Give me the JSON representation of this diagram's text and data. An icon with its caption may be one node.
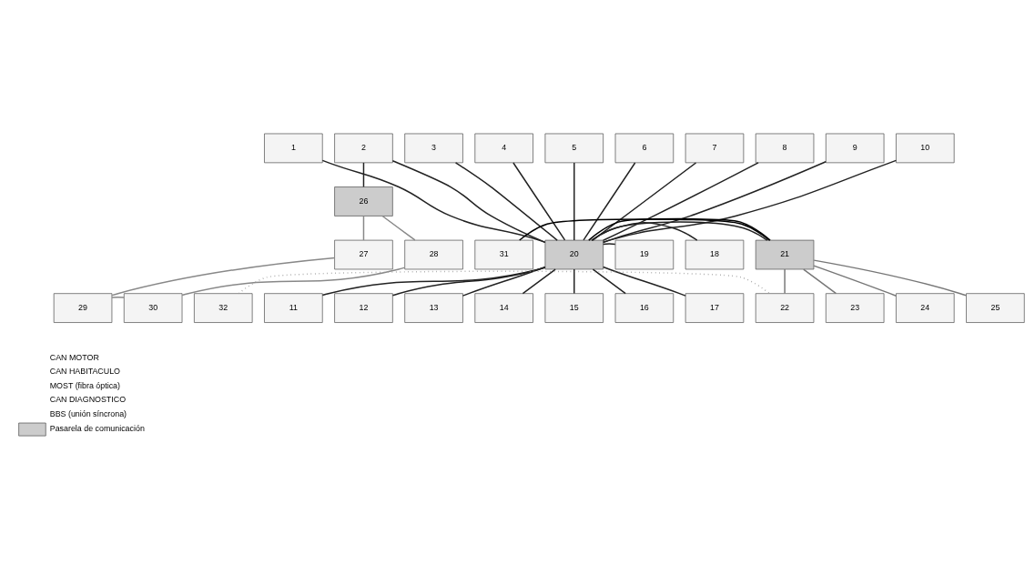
{
  "diagram": {
    "nodes": [
      {
        "text": [
          "1"
        ]
      },
      {
        "text": [
          "2"
        ]
      },
      {
        "text": [
          "3"
        ]
      },
      {
        "text": [
          "4"
        ]
      },
      {
        "text": [
          "5"
        ]
      },
      {
        "text": [
          "6"
        ]
      },
      {
        "text": [
          "7"
        ]
      },
      {
        "text": [
          "8"
        ]
      },
      {
        "text": [
          "9"
        ]
      },
      {
        "text": [
          "10"
        ]
      },
      {
        "text": [
          "11"
        ]
      },
      {
        "text": [
          "12"
        ]
      },
      {
        "text": [
          "13"
        ]
      },
      {
        "text": [
          "14"
        ]
      },
      {
        "text": [
          "15"
        ]
      },
      {
        "text": [
          "16"
        ]
      },
      {
        "text": [
          "17"
        ]
      },
      {
        "text": [
          "18"
        ]
      },
      {
        "text": [
          "19"
        ]
      },
      {
        "text": [
          "20"
        ]
      },
      {
        "text": [
          "21"
        ]
      },
      {
        "text": [
          "22"
        ]
      },
      {
        "text": [
          "23"
        ]
      },
      {
        "text": [
          "24"
        ]
      },
      {
        "text": [
          "25"
        ]
      },
      {
        "text": [
          "26"
        ]
      },
      {
        "text": [
          "27"
        ]
      },
      {
        "text": [
          "28"
        ]
      },
      {
        "text": [
          "29"
        ]
      },
      {
        "text": [
          "30"
        ]
      },
      {
        "text": [
          "31"
        ]
      },
      {
        "text": [
          "32"
        ]
      }
    ],
    "edges": [
      {
        "from": 19,
        "to": 0,
        "arrow": "none"
      },
      {
        "from": 19,
        "to": 1,
        "arrow": "none"
      },
      {
        "from": 19,
        "to": 2,
        "arrow": "none"
      },
      {
        "from": 19,
        "to": 3,
        "arrow": "none"
      },
      {
        "from": 19,
        "to": 4,
        "arrow": "none"
      },
      {
        "from": 19,
        "to": 5,
        "arrow": "none"
      },
      {
        "from": 19,
        "to": 6,
        "arrow": "none"
      },
      {
        "from": 19,
        "to": 7,
        "arrow": "none"
      },
      {
        "from": 19,
        "to": 8,
        "arrow": "none"
      },
      {
        "from": 19,
        "to": 9,
        "arrow": "none"
      },
      {
        "from": 19,
        "to": 10,
        "arrow": "none"
      },
      {
        "from": 19,
        "to": 11,
        "arrow": "none"
      },
      {
        "from": 19,
        "to": 12,
        "arrow": "none"
      },
      {
        "from": 19,
        "to": 13,
        "arrow": "none"
      },
      {
        "from": 19,
        "to": 14,
        "arrow": "none"
      },
      {
        "from": 19,
        "to": 15,
        "arrow": "none"
      },
      {
        "from": 19,
        "to": 16,
        "arrow": "none"
      },
      {
        "from": 19,
        "to": 17,
        "arrow": "none"
      },
      {
        "from": 19,
        "to": 18,
        "arrow": "none"
      },
      {
        "from": 19,
        "to": 20,
        "arrow": "none"
      },
      {
        "from": 1,
        "to": 25,
        "arrow": "none"
      },
      {
        "from": 20,
        "to": 21,
        "arrow": "none",
        "color": "#777777"
      },
      {
        "from": 20,
        "to": 22,
        "arrow": "none",
        "color": "#777777"
      },
      {
        "from": 20,
        "to": 23,
        "arrow": "none",
        "color": "#777777"
      },
      {
        "from": 20,
        "to": 24,
        "arrow": "none",
        "color": "#777777"
      },
      {
        "from": 30,
        "to": 20,
        "arrow": "none",
        "color": "#000000"
      },
      {
        "from": 20,
        "to": 19,
        "arrow": "none",
        "color": "#000000"
      },
      {
        "from": 25,
        "to": 26,
        "arrow": "none",
        "color": "#888888"
      },
      {
        "from": 25,
        "to": 27,
        "arrow": "none",
        "color": "#888888"
      },
      {
        "from": 26,
        "to": 28,
        "arrow": "none",
        "color": "#888888"
      },
      {
        "from": 27,
        "to": 29,
        "arrow": "none",
        "color": "#888888"
      },
      {
        "from": 28,
        "to": 29,
        "arrow": "none",
        "color": "#888888"
      },
      {
        "from": 31,
        "to": 21,
        "arrow": "none",
        "style": "dashed",
        "color": "#999999"
      }
    ],
    "legend": [
      {
        "text": "CAN MOTOR"
      },
      {
        "text": "CAN HABITACULO"
      },
      {
        "text": "MOST (fibra óptica)"
      },
      {
        "text": "CAN DIAGNOSTICO"
      },
      {
        "text": "BBS (unión síncrona)"
      },
      {
        "text": "Pasarela de comunicación",
        "color": "#cccccc"
      }
    ]
  }
}
